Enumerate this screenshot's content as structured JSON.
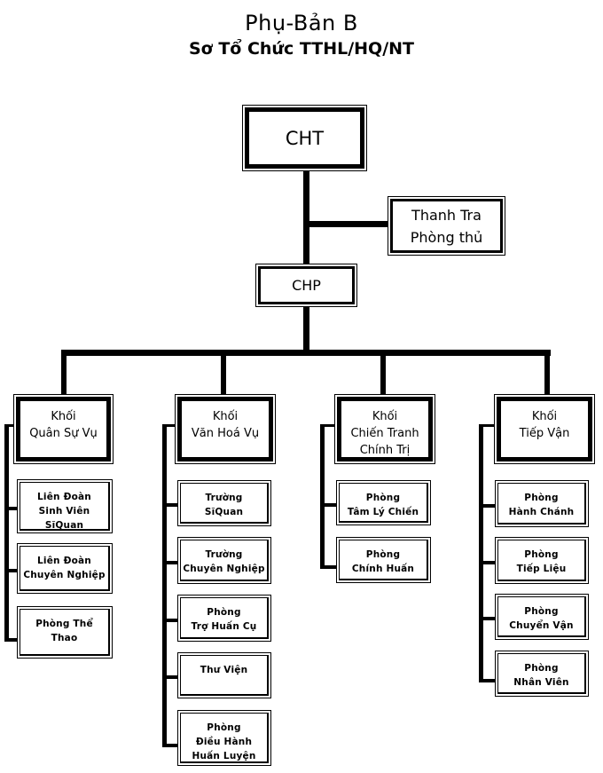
{
  "title": "Phụ-Bản B",
  "subtitle": "Sơ Tổ Chức TTHL/HQ/NT",
  "top": {
    "cht": "CHT",
    "thanh_tra": [
      "Thanh Tra",
      "Phòng thủ"
    ],
    "chp": "CHP"
  },
  "blocks": [
    {
      "name": [
        "Khối",
        "Quân Sự Vụ"
      ],
      "units": [
        [
          "Liên Đoàn",
          "Sinh Viên",
          "SĩQuan"
        ],
        [
          "Liên Đoàn",
          "Chuyên Nghiệp"
        ],
        [
          "Phòng Thể",
          "Thao"
        ]
      ]
    },
    {
      "name": [
        "Khối",
        "Văn Hoá Vụ"
      ],
      "units": [
        [
          "Trường",
          "SĩQuan"
        ],
        [
          "Trường",
          "Chuyên Nghiệp"
        ],
        [
          "Phòng",
          "Trợ Huấn Cụ"
        ],
        [
          "Thư Viện"
        ],
        [
          "Phòng",
          "Điều Hành",
          "Huấn Luyện"
        ]
      ]
    },
    {
      "name": [
        "Khối",
        "Chiến Tranh",
        "Chính Trị"
      ],
      "units": [
        [
          "Phòng",
          "Tâm Lý Chiến"
        ],
        [
          "Phòng",
          "Chính Huấn"
        ]
      ]
    },
    {
      "name": [
        "Khối",
        "Tiếp Vận"
      ],
      "units": [
        [
          "Phòng",
          "Hành Chánh"
        ],
        [
          "Phòng",
          "Tiếp Liệu"
        ],
        [
          "Phòng",
          "Chuyển Vận"
        ],
        [
          "Phòng",
          "Nhân Viên"
        ]
      ]
    }
  ]
}
